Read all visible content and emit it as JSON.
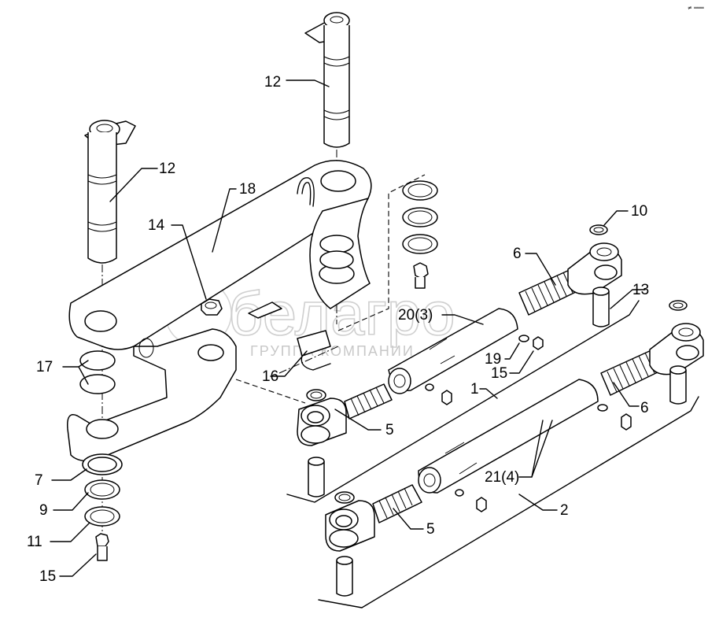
{
  "labels": {
    "l12a": "12",
    "l12b": "12",
    "l18": "18",
    "l14": "14",
    "l17": "17",
    "l16": "16",
    "l7": "7",
    "l9": "9",
    "l11": "11",
    "l15a": "15",
    "l15b": "15",
    "l10": "10",
    "l6a": "6",
    "l6b": "6",
    "l13": "13",
    "l20": "20(3)",
    "l19": "19",
    "l1": "1",
    "l5a": "5",
    "l5b": "5",
    "l21": "21(4)",
    "l2": "2"
  },
  "watermark": {
    "brand": "белагро",
    "subtitle": "ГРУППА КОМПАНИИ"
  },
  "corner_mark": "≠ ═══"
}
